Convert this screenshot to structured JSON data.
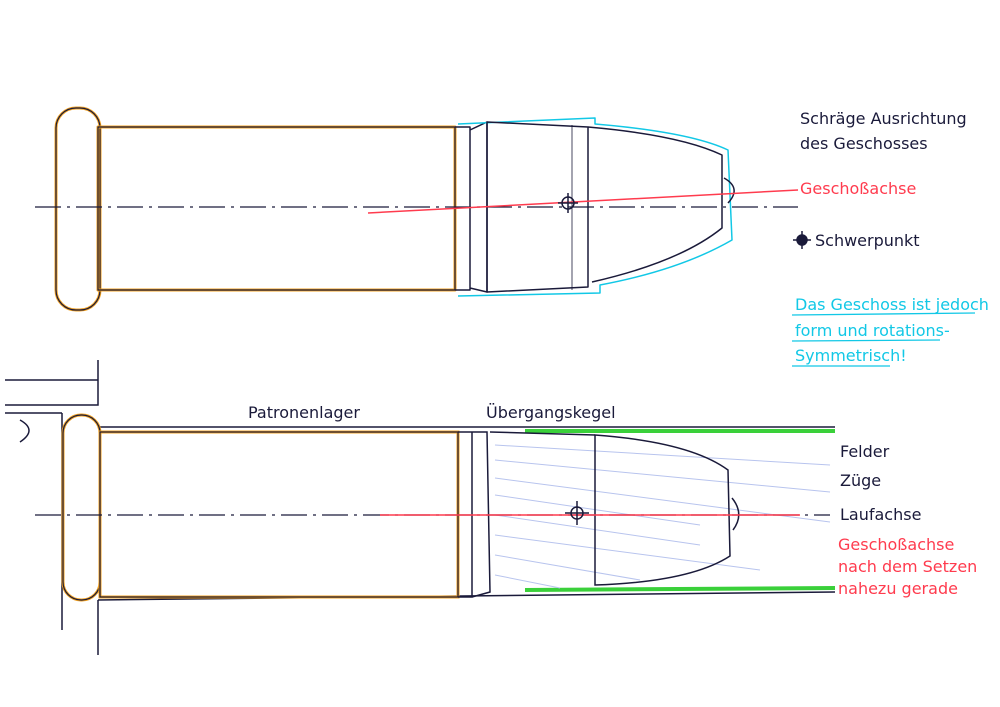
{
  "title": [
    "Schräge Ausrichtung",
    "des Geschosses"
  ],
  "labels_top": {
    "bullet_axis": "Geschoßachse",
    "center_of_gravity": "Schwerpunkt"
  },
  "note": [
    "Das Geschoss ist jedoch",
    "form und rotations-",
    "Symmetrisch!"
  ],
  "labels_bottom": {
    "chamber": "Patronenlager",
    "transition_cone": "Übergangskegel",
    "lands": "Felder",
    "grooves": "Züge",
    "barrel_axis": "Laufachse",
    "bullet_axis_after": [
      "Geschoßachse",
      "nach dem Setzen",
      "nahezu gerade"
    ]
  },
  "colors": {
    "ink": "#1a1a3a",
    "case": "#f0a020",
    "axis_red": "#ff3b4e",
    "cyan": "#12c8e6",
    "lands": "#3ad03a",
    "hatch": "#b8c4ee"
  }
}
